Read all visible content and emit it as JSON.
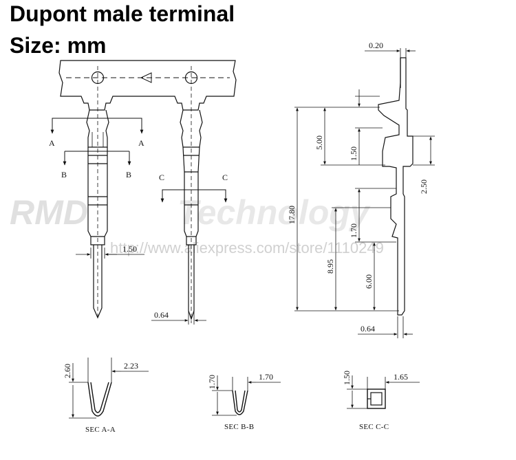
{
  "title": {
    "line1": "Dupont male terminal",
    "line2": "Size: mm"
  },
  "section_marks": {
    "a": "A",
    "b": "B",
    "c": "C"
  },
  "dimensions": {
    "strip_thickness": "0.20",
    "d_1_50_pin": "1.50",
    "d_0_64_front": "0.64",
    "d_5_00": "5.00",
    "d_1_50_side": "1.50",
    "d_2_50": "2.50",
    "d_17_80": "17.80",
    "d_1_70_side": "1.70",
    "d_8_95": "8.95",
    "d_6_00": "6.00",
    "d_0_64_side": "0.64",
    "sec_a_height": "2.60",
    "sec_a_width": "2.23",
    "sec_b_height": "1.70",
    "sec_b_width": "1.70",
    "sec_c_height": "1.50",
    "sec_c_width": "1.65"
  },
  "section_labels": {
    "a": "SEC A-A",
    "b": "SEC B-B",
    "c": "SEC C-C"
  },
  "watermark": {
    "brand": "RMD",
    "name": "Technology",
    "url": "http://www.aliexpress.com/store/1110249"
  }
}
